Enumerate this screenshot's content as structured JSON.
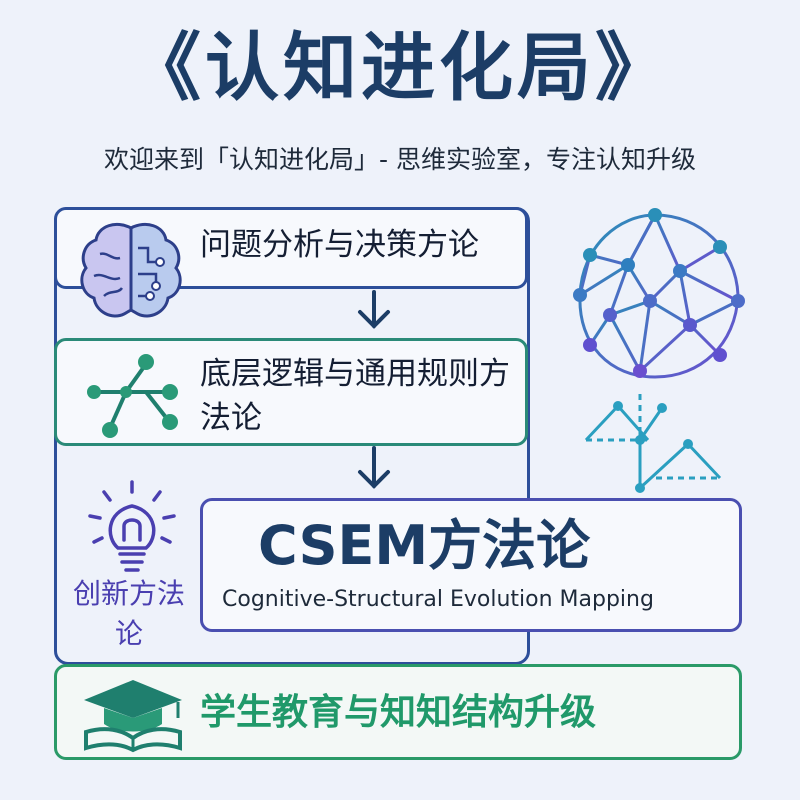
{
  "header": {
    "title": "《认知进化局》",
    "subtitle": "欢迎来到「认知进化局」- 思维实验室，专注认知升级"
  },
  "flow": {
    "step1_label": "问题分析与决策方论",
    "step2_label": "底层逻辑与通用规则方法论",
    "innovation_label": "创新方法论",
    "csem_title": "CSEM方法论",
    "csem_subtitle": "Cognitive-Structural Evolution Mapping",
    "education_label": "学生教育与知知结构升级"
  },
  "icons": {
    "brain": "brain-icon",
    "tree": "node-tree-icon",
    "bulb": "lightbulb-icon",
    "network": "network-sphere-icon",
    "graph": "graph-nodes-icon",
    "cap": "graduation-cap-icon"
  },
  "colors": {
    "title": "#1c3d66",
    "step1_border": "#2d4f9a",
    "step2_border": "#2a8a78",
    "csem_border": "#4a4fb0",
    "education": "#20996a"
  }
}
